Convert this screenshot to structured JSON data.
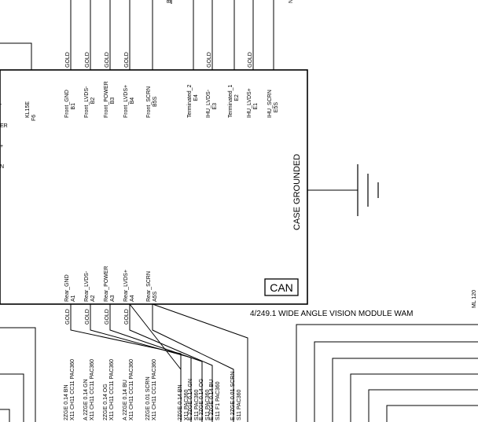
{
  "module": {
    "case_label": "CASE GROUNDED",
    "can_label": "CAN",
    "title": "4/249.1 WIDE ANGLE VISION MODULE WAM"
  },
  "top_pins": [
    {
      "name": "KL15E",
      "pin": "F6",
      "gold": ""
    },
    {
      "name": "Front_GND",
      "pin": "B1",
      "gold": "GOLD"
    },
    {
      "name": "Front_LVDS-",
      "pin": "B2",
      "gold": "GOLD"
    },
    {
      "name": "Front_POWER",
      "pin": "B3",
      "gold": "GOLD"
    },
    {
      "name": "Front_LVDS+",
      "pin": "B4",
      "gold": "GOLD"
    },
    {
      "name": "Front_SCRN",
      "pin": "B5S",
      "gold": ""
    },
    {
      "name": "Terminated_2",
      "pin": "E4",
      "gold": ""
    },
    {
      "name": "IHU_LVDS-",
      "pin": "E3",
      "gold": "GOLD"
    },
    {
      "name": "Terminated_1",
      "pin": "E2",
      "gold": ""
    },
    {
      "name": "IHU_LVDS+",
      "pin": "E1",
      "gold": "GOLD"
    },
    {
      "name": "IHU_SCRN",
      "pin": "E5S",
      "gold": ""
    }
  ],
  "bottom_pins": [
    {
      "name": "Rear_GND",
      "pin": "A1",
      "gold": "GOLD"
    },
    {
      "name": "Rear_LVDS-",
      "pin": "A2",
      "gold": "GOLD"
    },
    {
      "name": "Rear_POWER",
      "pin": "A3",
      "gold": "GOLD"
    },
    {
      "name": "Rear_LVDS+",
      "pin": "A4",
      "gold": "GOLD"
    },
    {
      "name": "Rear_SCRN",
      "pin": "A5S",
      "gold": ""
    }
  ],
  "left_cut_labels": [
    "-",
    "ER",
    "+",
    "N"
  ],
  "cables_left": [
    {
      "l1": "2ZGE 0.14 BN",
      "l2": "X11 CH11 CC11  PAC360"
    },
    {
      "l1": "A 2ZGE 0.14 GN",
      "l2": "X11 CH11 CC11  PAC360"
    },
    {
      "l1": "2ZGE 0.14 OG",
      "l2": "X11 CH11 CC11  PAC360"
    },
    {
      "l1": "A 2ZGE 0.14 BU",
      "l2": "X11 CH11 CC11  PAC360"
    },
    {
      "l1": "2ZGE 0.01 SCRN",
      "l2": "X11 CH11 CC11  PAC360"
    }
  ],
  "cables_right": [
    {
      "l1": "2ZGE 0.14 BN",
      "l2": "X11  PAC360"
    },
    {
      "l1": "E 2ZGE 0.14 GN",
      "l2": "S11  PAC360"
    },
    {
      "l1": "E 2ZGE 0.14 OG",
      "l2": "S11  PAC360"
    },
    {
      "l1": "E 2ZGE 0.14 BU",
      "l2": "S11 F1  PAC360"
    },
    {
      "l1": "E 2ZGE 0.01 SCRN",
      "l2": "S11  PAC360"
    }
  ],
  "edge_labels": {
    "right_margin": "ML 120",
    "top_a": "B",
    "top_b": "N"
  }
}
